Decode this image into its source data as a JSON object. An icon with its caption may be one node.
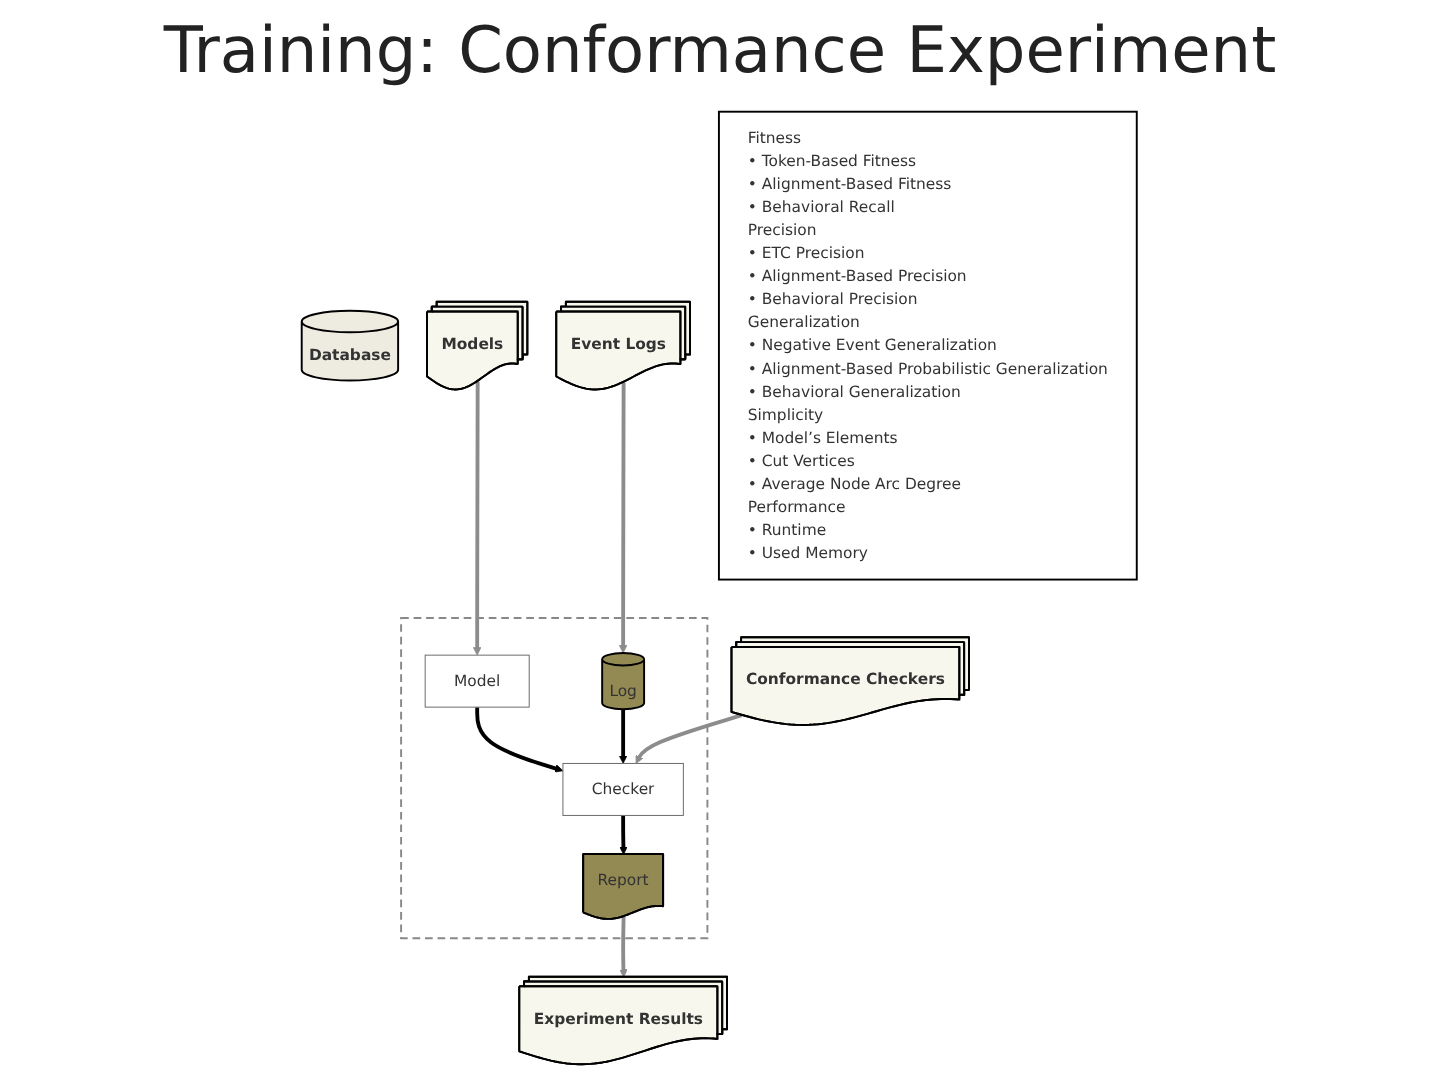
{
  "diagram": {
    "title": "Training: Conformance Experiment",
    "nodes": [
      {
        "text": [
          "Database"
        ]
      },
      {
        "text": [
          "Event Logs"
        ]
      },
      {
        "text": [
          "Models"
        ]
      },
      {
        "text": [
          "Experiment Results"
        ]
      },
      {
        "text": [],
        "shape": "box"
      },
      {
        "text": [
          "Log"
        ],
        "in": 4
      },
      {
        "text": [
          "Model"
        ],
        "in": 4
      },
      {
        "text": [
          "Checker"
        ],
        "in": 4
      },
      {
        "text": [
          "Report"
        ],
        "in": 4
      },
      {
        "text": [
          "Conformance Checkers"
        ]
      },
      {
        "text": [
          "Fitness",
          "• Token-Based Fitness",
          "• Alignment-Based Fitness",
          "• Behavioral Recall",
          "Precision",
          "• ETC Precision",
          "• Alignment-Based Precision",
          "• Behavioral Precision",
          "Generalization",
          "• Negative Event Generalization",
          "• Alignment-Based Probabilistic Generalization",
          "• Behavioral Generalization",
          "Simplicity",
          "• Model’s Elements",
          "• Cut Vertices",
          "• Average Node Arc Degree",
          "Performance",
          "• Runtime",
          "• Used Memory"
        ]
      }
    ],
    "edges": [
      {
        "from": 1,
        "to": 5,
        "arrow": "to"
      },
      {
        "from": 2,
        "to": 6,
        "arrow": "to"
      },
      {
        "from": 6,
        "to": 7,
        "arrow": "to",
        "color": "#000000"
      },
      {
        "from": 5,
        "to": 7,
        "arrow": "to",
        "color": "#000000"
      },
      {
        "from": 7,
        "to": 8,
        "arrow": "to",
        "color": "#000000"
      },
      {
        "from": 8,
        "to": 3,
        "arrow": "to"
      },
      {
        "from": 9,
        "to": 7,
        "arrow": "to"
      }
    ]
  }
}
